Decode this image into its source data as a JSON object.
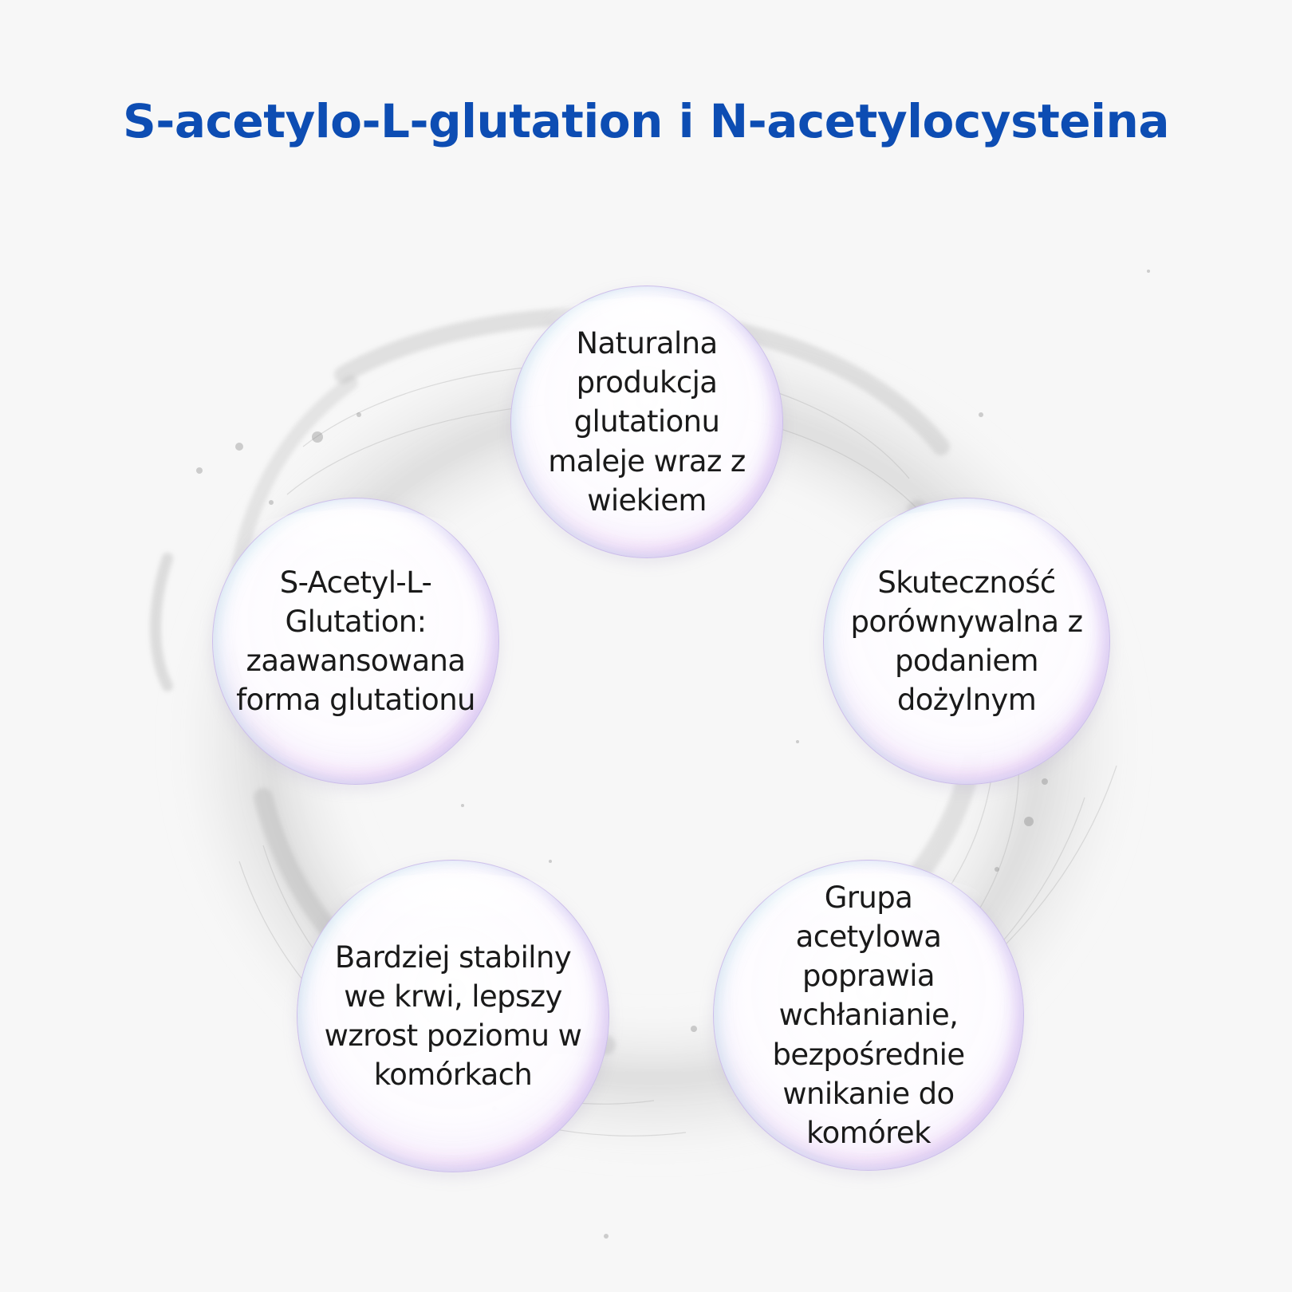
{
  "title": "S-acetylo-L-glutation i N-acetylocysteina",
  "colors": {
    "title": "#0d4db3",
    "text": "#1a1a1a",
    "background": "#f7f7f7"
  },
  "bubbles": [
    {
      "text": "Naturalna produkcja glutationu maleje wraz z wiekiem"
    },
    {
      "text": "Skuteczność porównywalna z podaniem dożylnym"
    },
    {
      "text": "Grupa acetylowa poprawia wchłanianie, bezpośrednie wnikanie do komórek"
    },
    {
      "text": "Bardziej stabilny we krwi, lepszy wzrost poziomu w komórkach"
    },
    {
      "text": "S-Acetyl-L-Glutation: zaawansowana forma glutationu"
    }
  ]
}
